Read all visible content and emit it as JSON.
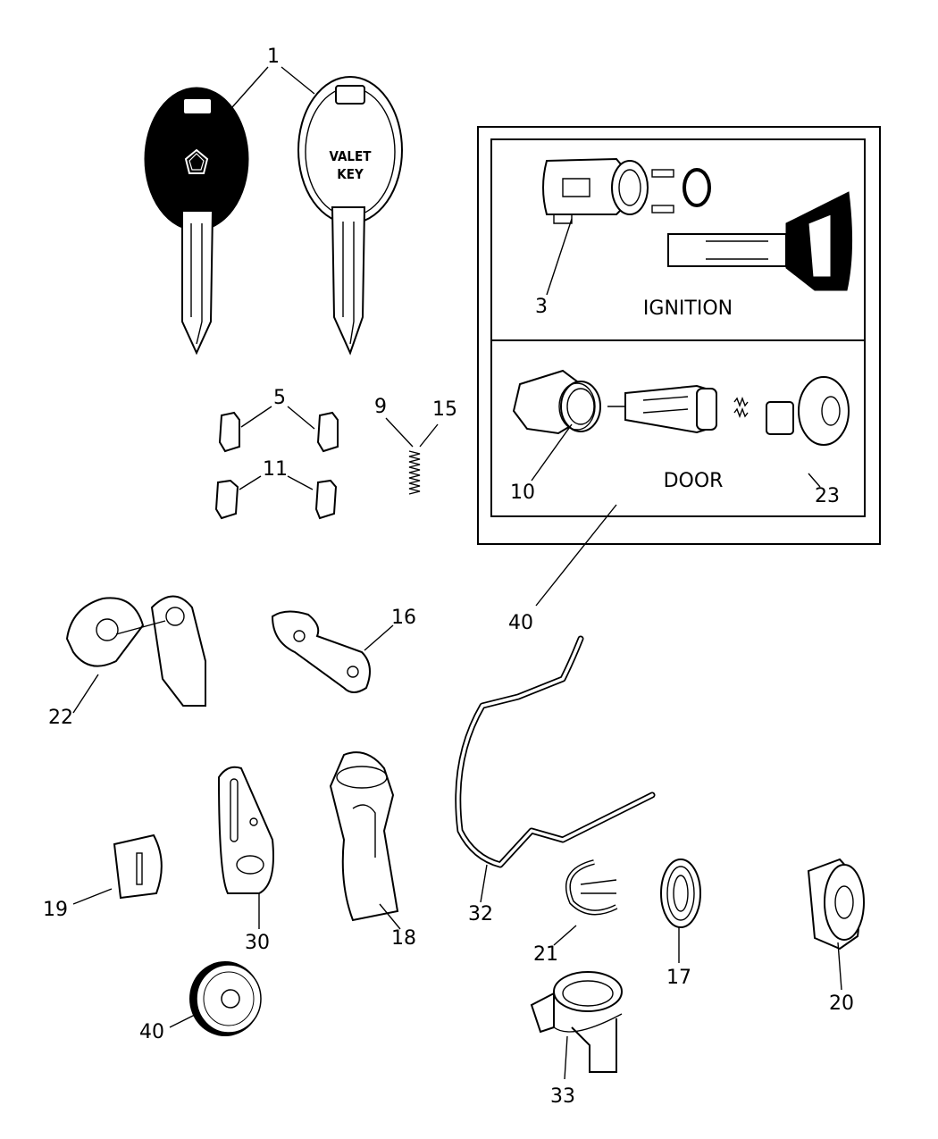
{
  "callouts": {
    "c1": "1",
    "c3": "3",
    "c5": "5",
    "c9": "9",
    "c15": "15",
    "c11": "11",
    "c10": "10",
    "c23": "23",
    "c40a": "40",
    "c16": "16",
    "c22": "22",
    "c19": "19",
    "c30": "30",
    "c18": "18",
    "c32": "32",
    "c21": "21",
    "c17": "17",
    "c20": "20",
    "c40b": "40",
    "c33": "33"
  },
  "box_labels": {
    "ignition": "IGNITION",
    "door": "DOOR"
  },
  "key_text": {
    "line1": "VALET",
    "line2": "KEY"
  }
}
